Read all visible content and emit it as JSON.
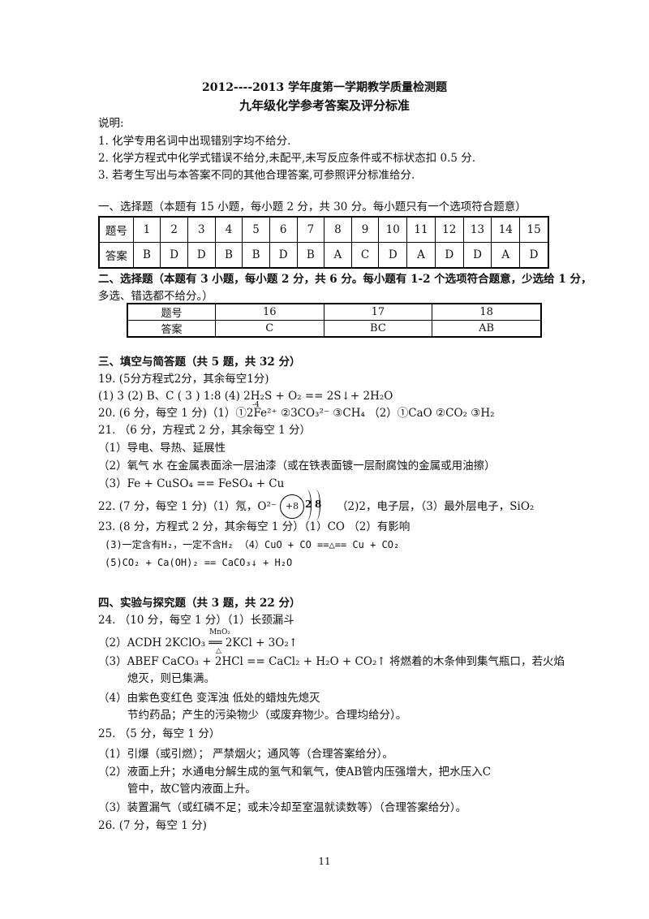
{
  "header": {
    "title": "2012----2013 学年度第一学期教学质量检测题",
    "subtitle": "九年级化学参考答案及评分标准"
  },
  "notes": {
    "heading": "说明:",
    "items": [
      "1.  化学专用名词中出现错别字均不给分.",
      "2.  化学方程式中化学式错误不给分,未配平,未写反应条件或不标状态扣 0.5 分.",
      "3.  若考生写出与本答案不同的其他合理答案,可参照评分标准给分."
    ]
  },
  "section1": {
    "heading": "一、选择题（本题有 15 小题，每小题 2 分，共 30 分。每小题只有一个选项符合题意）",
    "row_labels": [
      "题号",
      "答案"
    ],
    "numbers": [
      "1",
      "2",
      "3",
      "4",
      "5",
      "6",
      "7",
      "8",
      "9",
      "10",
      "11",
      "12",
      "13",
      "14",
      "15"
    ],
    "answers": [
      "B",
      "D",
      "D",
      "B",
      "B",
      "D",
      "B",
      "A",
      "C",
      "D",
      "A",
      "D",
      "D",
      "A",
      "D"
    ]
  },
  "section2": {
    "heading": "二、选择题（本题有 3 小题，每小题 2 分，共 6 分。每小题有 1-2 个选项符合题意，少选给 1 分，",
    "heading2": "多选、错选都不给分。）",
    "row_labels": [
      "题号",
      "答案"
    ],
    "numbers": [
      "16",
      "17",
      "18"
    ],
    "answers": [
      "C",
      "BC",
      "AB"
    ]
  },
  "section3": {
    "heading": "三、填空与简答题（共 5 题，共 32 分）",
    "q19_title": "19.  (5分方程式2分，其余每空1分)",
    "q19_line": "(1) 3   (2)  B、C   ( 3 )  1:8   (4) 2H₂S + O₂ ==  2S↓+ 2H₂O",
    "q20_line": "20.  (6 分，每空 1 分)（1）①2Fe²⁺  ②3CO₃²⁻  ③CH₄  （2）①CaO   ②CO₂   ③H₂",
    "q20_charge": "-4",
    "q21_title": "21.  （6 分，方程式 2 分，其余每空 1 分）",
    "q21_1": "（1）导电、导热、延展性",
    "q21_2": "（2）氧气    水    在金属表面涂一层油漆（或在铁表面镀一层耐腐蚀的金属或用油擦）",
    "q21_3": "（3）Fe + CuSO₄ == FeSO₄ + Cu",
    "q22_a": "22. (7 分，每空 1 分)（1）氖，O²⁻",
    "q22_nucleus": "+8",
    "q22_shell1": "2",
    "q22_shell2": "8",
    "q22_b": "（2)2，电子层，（3）最外层电子，SiO₂",
    "q23_title": "23. (8 分，方程式 2 分，其余每空 1 分）（1）CO   （2）有影响",
    "q23_3": "(3)一定含有H₂，一定不含H₂ （4）CuO + CO ==△== Cu + CO₂",
    "q23_5": "(5)CO₂ + Ca(OH)₂ == CaCO₃↓ + H₂O"
  },
  "section4": {
    "heading": "四、实验与探究题（共 3 题，共 22 分）",
    "q24_title": "24.  （10 分，每空 1 分）（1）长颈漏斗",
    "q24_2": "（2）ACDH    2KClO₃ ══ 2KCl +  3O₂↑",
    "q24_2_cond": "MnO₂",
    "q24_2_cond2": "△",
    "q24_3": "（3）ABEF     CaCO₃ + 2HCl  ==  CaCl₂ + H₂O + CO₂↑  将燃着的木条伸到集气瓶口，若火焰",
    "q24_3b": "熄灭，则已集满。",
    "q24_4": "（4）由紫色变红色      变浑浊      低处的蜡烛先熄灭",
    "q24_4b": "节约药品；产生的污染物少（或废弃物少。合理均给分）。",
    "q25_title": "25.  （5 分，每空 1 分）",
    "q25_1": "（1）引爆（或引燃）；    严禁烟火；通风等（合理答案给分）。",
    "q25_2": "（2）液面上升；水通电分解生成的氢气和氧气，使AB管内压强增大，把水压入C",
    "q25_2b": "管中，故C管内液面上升。",
    "q25_3": "（3）装置漏气（或红磷不足；或未冷却至室温就读数等）（合理答案给分）。",
    "q26_title": "26. (7 分，每空 1 分)"
  },
  "footer": {
    "page_number": "11"
  }
}
